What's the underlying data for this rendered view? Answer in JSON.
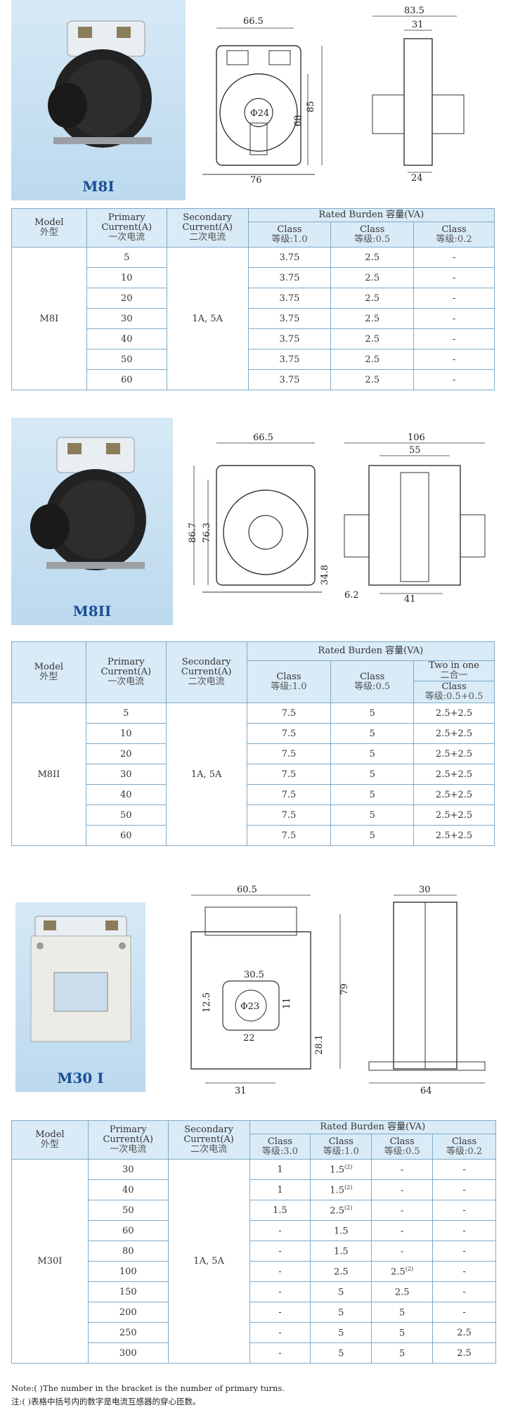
{
  "s1": {
    "caption": "M8I",
    "dims": {
      "w_top": "66.5",
      "h_total": "85",
      "h_mid": "68",
      "hole": "Φ24",
      "w_bottom": "76",
      "side_top": "83.5",
      "side_mid": "31",
      "side_bottom": "24"
    },
    "head": {
      "model": "Model",
      "model_zh": "外型",
      "primary": "Primary Current(A)",
      "primary_zh": "一次电流",
      "secondary": "Secondary Current(A)",
      "secondary_zh": "二次电流",
      "burden": "Rated Burden 容量(VA)",
      "c1": "Class",
      "c1_zh": "等级:1.0",
      "c2": "Class",
      "c2_zh": "等级:0.5",
      "c3": "Class",
      "c3_zh": "等级:0.2"
    },
    "model": "M8I",
    "secondary": "1A, 5A",
    "rows": [
      [
        "5",
        "3.75",
        "2.5",
        "-"
      ],
      [
        "10",
        "3.75",
        "2.5",
        "-"
      ],
      [
        "20",
        "3.75",
        "2.5",
        "-"
      ],
      [
        "30",
        "3.75",
        "2.5",
        "-"
      ],
      [
        "40",
        "3.75",
        "2.5",
        "-"
      ],
      [
        "50",
        "3.75",
        "2.5",
        "-"
      ],
      [
        "60",
        "3.75",
        "2.5",
        "-"
      ]
    ]
  },
  "s2": {
    "caption": "M8II",
    "dims": {
      "w_top": "66.5",
      "h_total": "86.7",
      "h_mid": "76.3",
      "h_hole": "34.8",
      "side_top": "106",
      "side_mid": "55",
      "side_a": "6.2",
      "side_b": "41"
    },
    "head": {
      "model": "Model",
      "model_zh": "外型",
      "primary": "Primary Current(A)",
      "primary_zh": "一次电流",
      "secondary": "Secondary Current(A)",
      "secondary_zh": "二次电流",
      "burden": "Rated Burden 容量(VA)",
      "c1": "Class",
      "c1_zh": "等级:1.0",
      "c2": "Class",
      "c2_zh": "等级:0.5",
      "c3": "Two in one",
      "c3_zh": "二合一",
      "c3b": "Class",
      "c3b_zh": "等级:0.5+0.5"
    },
    "model": "M8II",
    "secondary": "1A, 5A",
    "rows": [
      [
        "5",
        "7.5",
        "5",
        "2.5+2.5"
      ],
      [
        "10",
        "7.5",
        "5",
        "2.5+2.5"
      ],
      [
        "20",
        "7.5",
        "5",
        "2.5+2.5"
      ],
      [
        "30",
        "7.5",
        "5",
        "2.5+2.5"
      ],
      [
        "40",
        "7.5",
        "5",
        "2.5+2.5"
      ],
      [
        "50",
        "7.5",
        "5",
        "2.5+2.5"
      ],
      [
        "60",
        "7.5",
        "5",
        "2.5+2.5"
      ]
    ]
  },
  "s3": {
    "caption": "M30 I",
    "dims": {
      "w_top": "60.5",
      "h_total": "79",
      "win_w": "30.5",
      "win_d": "Φ23",
      "h_a": "12.5",
      "h_b": "11",
      "win_bot": "22",
      "h_c": "28.1",
      "w_bottom": "31",
      "side_top": "30",
      "side_bottom": "64"
    },
    "head": {
      "model": "Model",
      "model_zh": "外型",
      "primary": "Primary Current(A)",
      "primary_zh": "一次电流",
      "secondary": "Secondary Current(A)",
      "secondary_zh": "二次电流",
      "burden": "Rated Burden 容量(VA)",
      "c0": "Class",
      "c0_zh": "等级:3.0",
      "c1": "Class",
      "c1_zh": "等级:1.0",
      "c2": "Class",
      "c2_zh": "等级:0.5",
      "c3": "Class",
      "c3_zh": "等级:0.2"
    },
    "model": "M30I",
    "secondary": "1A, 5A",
    "rows": [
      {
        "p": "30",
        "a": "1",
        "b": "1.5",
        "bs": "(2)",
        "c": "-",
        "cs": "",
        "d": "-"
      },
      {
        "p": "40",
        "a": "1",
        "b": "1.5",
        "bs": "(2)",
        "c": "-",
        "cs": "",
        "d": "-"
      },
      {
        "p": "50",
        "a": "1.5",
        "b": "2.5",
        "bs": "(2)",
        "c": "-",
        "cs": "",
        "d": "-"
      },
      {
        "p": "60",
        "a": "-",
        "b": "1.5",
        "bs": "",
        "c": "-",
        "cs": "",
        "d": "-"
      },
      {
        "p": "80",
        "a": "-",
        "b": "1.5",
        "bs": "",
        "c": "-",
        "cs": "",
        "d": "-"
      },
      {
        "p": "100",
        "a": "-",
        "b": "2.5",
        "bs": "",
        "c": "2.5",
        "cs": "(2)",
        "d": "-"
      },
      {
        "p": "150",
        "a": "-",
        "b": "5",
        "bs": "",
        "c": "2.5",
        "cs": "",
        "d": "-"
      },
      {
        "p": "200",
        "a": "-",
        "b": "5",
        "bs": "",
        "c": "5",
        "cs": "",
        "d": "-"
      },
      {
        "p": "250",
        "a": "-",
        "b": "5",
        "bs": "",
        "c": "5",
        "cs": "",
        "d": "2.5"
      },
      {
        "p": "300",
        "a": "-",
        "b": "5",
        "bs": "",
        "c": "5",
        "cs": "",
        "d": "2.5"
      }
    ]
  },
  "notes": {
    "en": "Note:( )The number in the bracket is the number of primary turns.",
    "zh": "注:( )表格中括号内的数字是电流互感器的穿心匝数。"
  }
}
